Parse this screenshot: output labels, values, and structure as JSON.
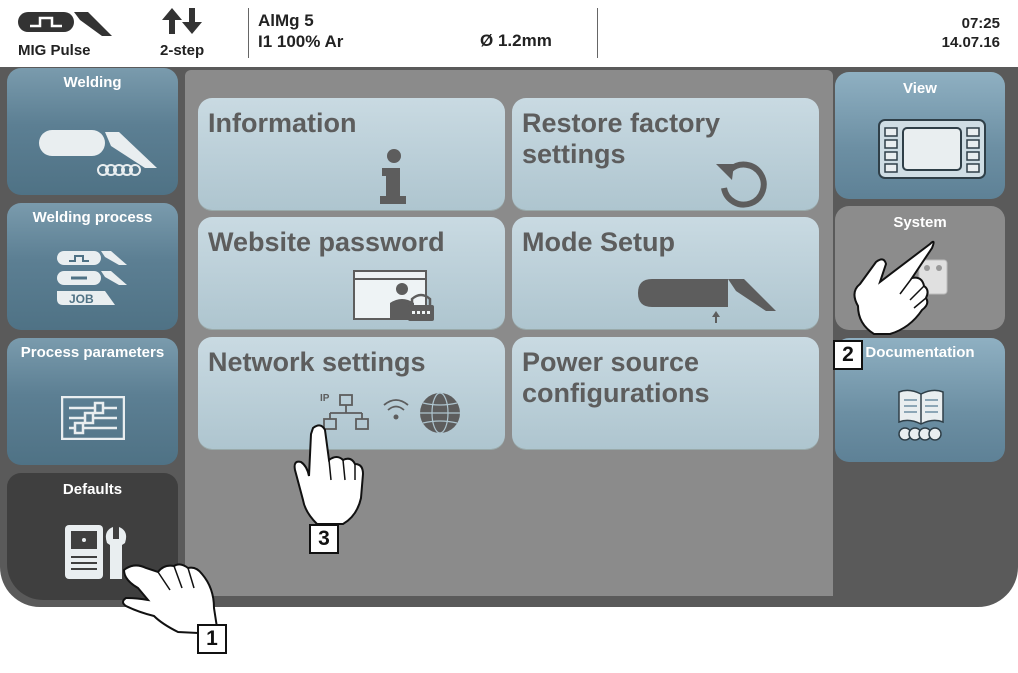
{
  "status_bar": {
    "mode": "MIG Pulse",
    "mode_icon": "mig-pulse-icon",
    "trigger_mode": "2-step",
    "trigger_icon": "up-down-arrows-icon",
    "material": "AlMg 5",
    "gas": "I1 100% Ar",
    "wire_diameter": "Ø  1.2mm",
    "time": "07:25",
    "date": "14.07.16"
  },
  "left_tabs": [
    {
      "label": "Welding",
      "icon": "torch-icon"
    },
    {
      "label": "Welding process",
      "icon": "job-process-icon"
    },
    {
      "label": "Process parameters",
      "icon": "sliders-icon"
    },
    {
      "label": "Defaults",
      "icon": "power-source-wrench-icon",
      "active": true
    }
  ],
  "right_tabs": [
    {
      "label": "View",
      "icon": "display-icon"
    },
    {
      "label": "System",
      "icon": "system-icon"
    },
    {
      "label": "Documentation",
      "icon": "book-icon"
    }
  ],
  "menu": [
    {
      "label": "Information",
      "icon": "info-icon"
    },
    {
      "label": "Restore factory settings",
      "icon": "reset-icon"
    },
    {
      "label": "Website password",
      "icon": "website-lock-icon"
    },
    {
      "label": "Mode Setup",
      "icon": "torch-icon"
    },
    {
      "label": "Network settings",
      "icon": "network-icon"
    },
    {
      "label": "Power source configurations",
      "icon": ""
    }
  ],
  "callouts": [
    "1",
    "2",
    "3"
  ],
  "colors": {
    "tab_blue": "#5f8194",
    "card": "#bccfd8",
    "panel": "#5a5a5a",
    "center": "#8b8b8b"
  }
}
